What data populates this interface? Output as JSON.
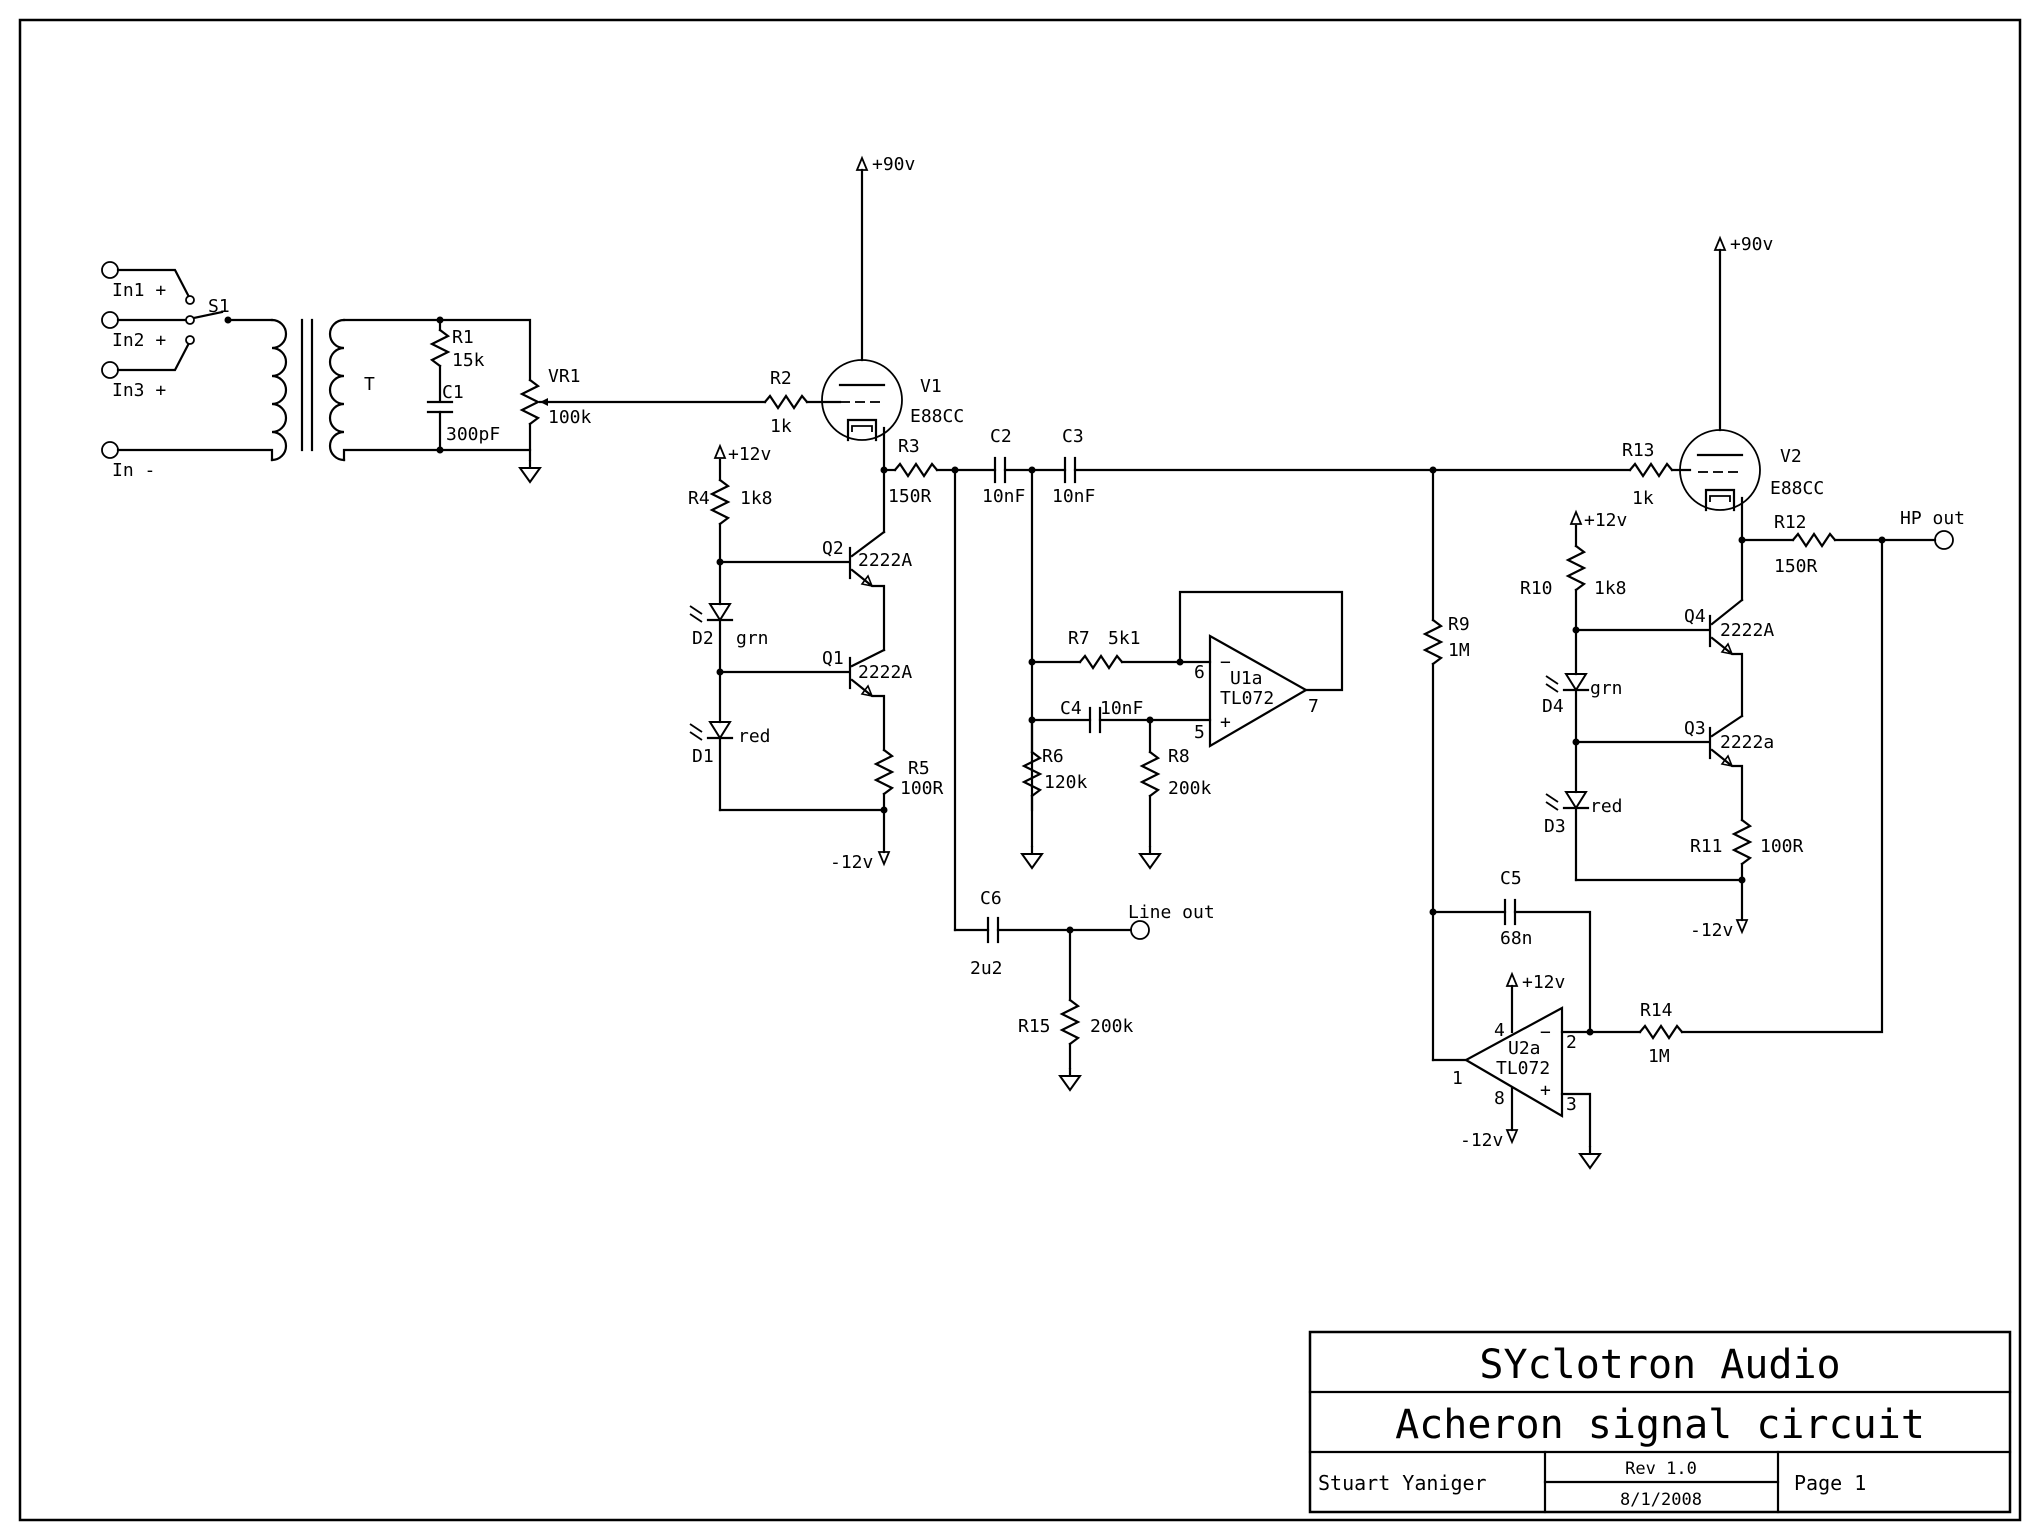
{
  "title_block": {
    "company": "SYclotron Audio",
    "title": "Acheron signal circuit",
    "author": "Stuart Yaniger",
    "rev": "Rev 1.0",
    "date": "8/1/2008",
    "page": "Page 1"
  },
  "labels": {
    "in1": "In1 +",
    "in2": "In2 +",
    "in3": "In3 +",
    "in_minus": "In -",
    "s1": "S1",
    "t": "T",
    "r1": "R1",
    "r1_val": "15k",
    "c1": "C1",
    "c1_val": "300pF",
    "vr1": "VR1",
    "vr1_val": "100k",
    "r2": "R2",
    "r2_val": "1k",
    "v1": "V1",
    "v1_val": "E88CC",
    "v1_supply": "+90v",
    "r3": "R3",
    "r3_val": "150R",
    "c2": "C2",
    "c2_val": "10nF",
    "c3": "C3",
    "c3_val": "10nF",
    "r4": "R4",
    "r4_val": "1k8",
    "r4_supply": "+12v",
    "q2": "Q2",
    "q2_val": "2222A",
    "q1": "Q1",
    "q1_val": "2222A",
    "d2": "D2",
    "d2_val": "grn",
    "d1": "D1",
    "d1_val": "red",
    "r5": "R5",
    "r5_val": "100R",
    "neg12_a": "-12v",
    "r7": "R7",
    "r7_val": "5k1",
    "c4": "C4",
    "c4_val": "10nF",
    "r6": "R6",
    "r6_val": "120k",
    "r8": "R8",
    "r8_val": "200k",
    "u1a": "U1a",
    "u1a_val": "TL072",
    "u1_pin6": "6",
    "u1_pin5": "5",
    "u1_pin7": "7",
    "c6": "C6",
    "c6_val": "2u2",
    "line_out": "Line out",
    "r15": "R15",
    "r15_val": "200k",
    "r9": "R9",
    "r9_val": "1M",
    "r13": "R13",
    "r13_val": "1k",
    "v2": "V2",
    "v2_val": "E88CC",
    "v2_supply": "+90v",
    "r12": "R12",
    "r12_val": "150R",
    "hp_out": "HP out",
    "r10": "R10",
    "r10_val": "1k8",
    "r10_supply": "+12v",
    "q4": "Q4",
    "q4_val": "2222A",
    "q3": "Q3",
    "q3_val": "2222a",
    "d4": "D4",
    "d4_val": "grn",
    "d3": "D3",
    "d3_val": "red",
    "r11": "R11",
    "r11_val": "100R",
    "neg12_b": "-12v",
    "c5": "C5",
    "c5_val": "68n",
    "u2a": "U2a",
    "u2a_val": "TL072",
    "u2_pin4": "4",
    "u2_pin8": "8",
    "u2_pin1": "1",
    "u2_pin2": "2",
    "u2_pin3": "3",
    "u2_supply_pos": "+12v",
    "u2_supply_neg": "-12v",
    "r14": "R14",
    "r14_val": "1M"
  }
}
